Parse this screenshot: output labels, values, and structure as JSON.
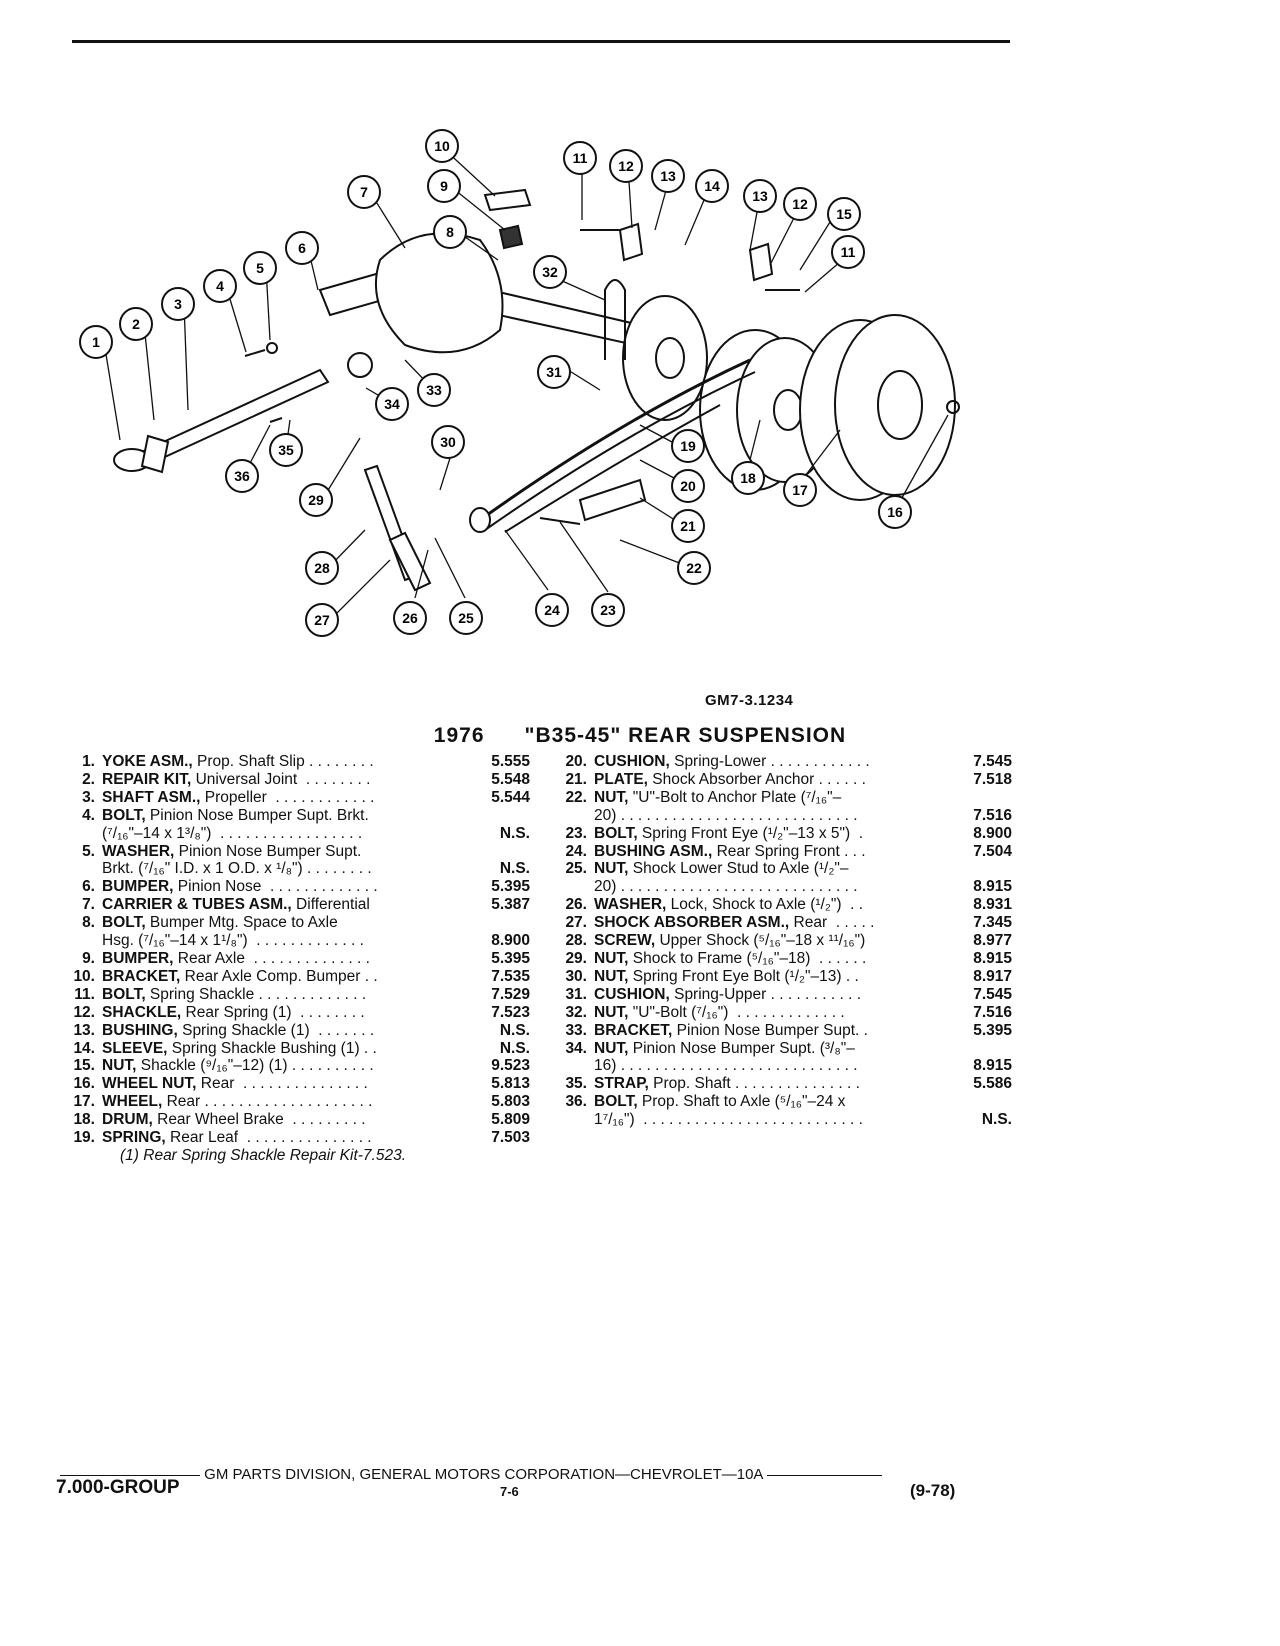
{
  "figure_code": "GM7-3.1234",
  "title_year": "1976",
  "title_model": "\"B35-45\" REAR SUSPENSION",
  "callouts": [
    "1",
    "2",
    "3",
    "4",
    "5",
    "6",
    "7",
    "8",
    "9",
    "10",
    "11",
    "12",
    "13",
    "14",
    "13",
    "12",
    "15",
    "11",
    "32",
    "31",
    "33",
    "34",
    "35",
    "36",
    "30",
    "29",
    "28",
    "27",
    "26",
    "25",
    "24",
    "23",
    "22",
    "21",
    "20",
    "19",
    "18",
    "17",
    "16"
  ],
  "parts_left": [
    {
      "num": "1.",
      "name": "YOKE ASM.,",
      "desc": " Prop. Shaft Slip . . . . . . . .",
      "pn": "5.555"
    },
    {
      "num": "2.",
      "name": "REPAIR KIT,",
      "desc": " Universal Joint  . . . . . . . .",
      "pn": "5.548"
    },
    {
      "num": "3.",
      "name": "SHAFT ASM.,",
      "desc": " Propeller  . . . . . . . . . . . .",
      "pn": "5.544"
    },
    {
      "num": "4.",
      "name": "BOLT,",
      "desc": " Pinion Nose Bumper Supt. Brkt.",
      "pn": ""
    },
    {
      "num": "",
      "name": "",
      "desc": "(⁷/₁₆\"–14 x 1³/₈\")  . . . . . . . . . . . . . . . . .",
      "pn": "N.S."
    },
    {
      "num": "5.",
      "name": "WASHER,",
      "desc": " Pinion Nose Bumper Supt.",
      "pn": ""
    },
    {
      "num": "",
      "name": "",
      "desc": "Brkt. (⁷/₁₆\" I.D. x 1 O.D. x ¹/₈\") . . . . . . . .",
      "pn": "N.S."
    },
    {
      "num": "6.",
      "name": "BUMPER,",
      "desc": " Pinion Nose  . . . . . . . . . . . . .",
      "pn": "5.395"
    },
    {
      "num": "7.",
      "name": "CARRIER & TUBES ASM.,",
      "desc": " Differential",
      "pn": "5.387"
    },
    {
      "num": "8.",
      "name": "BOLT,",
      "desc": " Bumper Mtg. Space to Axle",
      "pn": ""
    },
    {
      "num": "",
      "name": "",
      "desc": "Hsg. (⁷/₁₆\"–14 x 1¹/₈\")  . . . . . . . . . . . . .",
      "pn": "8.900"
    },
    {
      "num": "9.",
      "name": "BUMPER,",
      "desc": " Rear Axle  . . . . . . . . . . . . . .",
      "pn": "5.395"
    },
    {
      "num": "10.",
      "name": "BRACKET,",
      "desc": " Rear Axle Comp. Bumper . .",
      "pn": "7.535"
    },
    {
      "num": "11.",
      "name": "BOLT,",
      "desc": " Spring Shackle . . . . . . . . . . . . .",
      "pn": "7.529"
    },
    {
      "num": "12.",
      "name": "SHACKLE,",
      "desc": " Rear Spring (1)  . . . . . . . .",
      "pn": "7.523"
    },
    {
      "num": "13.",
      "name": "BUSHING,",
      "desc": " Spring Shackle (1)  . . . . . . .",
      "pn": "N.S."
    },
    {
      "num": "14.",
      "name": "SLEEVE,",
      "desc": " Spring Shackle Bushing (1) . .",
      "pn": "N.S."
    },
    {
      "num": "15.",
      "name": "NUT,",
      "desc": " Shackle (⁹/₁₆\"–12) (1) . . . . . . . . . .",
      "pn": "9.523"
    },
    {
      "num": "16.",
      "name": "WHEEL NUT,",
      "desc": " Rear  . . . . . . . . . . . . . . .",
      "pn": "5.813"
    },
    {
      "num": "17.",
      "name": "WHEEL,",
      "desc": " Rear . . . . . . . . . . . . . . . . . . . .",
      "pn": "5.803"
    },
    {
      "num": "18.",
      "name": "DRUM,",
      "desc": " Rear Wheel Brake  . . . . . . . . .",
      "pn": "5.809"
    },
    {
      "num": "19.",
      "name": "SPRING,",
      "desc": " Rear Leaf  . . . . . . . . . . . . . . .",
      "pn": "7.503"
    }
  ],
  "footnote": "(1) Rear Spring Shackle Repair Kit-7.523.",
  "parts_right": [
    {
      "num": "20.",
      "name": "CUSHION,",
      "desc": " Spring-Lower . . . . . . . . . . . .",
      "pn": "7.545"
    },
    {
      "num": "21.",
      "name": "PLATE,",
      "desc": " Shock Absorber Anchor . . . . . .",
      "pn": "7.518"
    },
    {
      "num": "22.",
      "name": "NUT,",
      "desc": " \"U\"-Bolt to Anchor Plate (⁷/₁₆\"–",
      "pn": ""
    },
    {
      "num": "",
      "name": "",
      "desc": "20) . . . . . . . . . . . . . . . . . . . . . . . . . . . .",
      "pn": "7.516"
    },
    {
      "num": "23.",
      "name": "BOLT,",
      "desc": " Spring Front Eye (¹/₂\"–13 x 5\")  .",
      "pn": "8.900"
    },
    {
      "num": "24.",
      "name": "BUSHING ASM.,",
      "desc": " Rear Spring Front . . .",
      "pn": "7.504"
    },
    {
      "num": "25.",
      "name": "NUT,",
      "desc": " Shock Lower Stud to Axle (¹/₂\"–",
      "pn": ""
    },
    {
      "num": "",
      "name": "",
      "desc": "20) . . . . . . . . . . . . . . . . . . . . . . . . . . . .",
      "pn": "8.915"
    },
    {
      "num": "26.",
      "name": "WASHER,",
      "desc": " Lock, Shock to Axle (¹/₂\")  . .",
      "pn": "8.931"
    },
    {
      "num": "27.",
      "name": "SHOCK ABSORBER ASM.,",
      "desc": " Rear  . . . . .",
      "pn": "7.345"
    },
    {
      "num": "28.",
      "name": "SCREW,",
      "desc": " Upper Shock (⁵/₁₆\"–18 x ¹¹/₁₆\")",
      "pn": "8.977"
    },
    {
      "num": "29.",
      "name": "NUT,",
      "desc": " Shock to Frame (⁵/₁₆\"–18)  . . . . . .",
      "pn": "8.915"
    },
    {
      "num": "30.",
      "name": "NUT,",
      "desc": " Spring Front Eye Bolt (¹/₂\"–13) . .",
      "pn": "8.917"
    },
    {
      "num": "31.",
      "name": "CUSHION,",
      "desc": " Spring-Upper . . . . . . . . . . .",
      "pn": "7.545"
    },
    {
      "num": "32.",
      "name": "NUT,",
      "desc": " \"U\"-Bolt (⁷/₁₆\")  . . . . . . . . . . . . .",
      "pn": "7.516"
    },
    {
      "num": "33.",
      "name": "BRACKET,",
      "desc": " Pinion Nose Bumper Supt. .",
      "pn": "5.395"
    },
    {
      "num": "34.",
      "name": "NUT,",
      "desc": " Pinion Nose Bumper Supt. (³/₈\"–",
      "pn": ""
    },
    {
      "num": "",
      "name": "",
      "desc": "16) . . . . . . . . . . . . . . . . . . . . . . . . . . . .",
      "pn": "8.915"
    },
    {
      "num": "35.",
      "name": "STRAP,",
      "desc": " Prop. Shaft . . . . . . . . . . . . . . .",
      "pn": "5.586"
    },
    {
      "num": "36.",
      "name": "BOLT,",
      "desc": " Prop. Shaft to Axle (⁵/₁₆\"–24 x",
      "pn": ""
    },
    {
      "num": "",
      "name": "",
      "desc": "1⁷/₁₆\")  . . . . . . . . . . . . . . . . . . . . . . . . . .",
      "pn": "N.S."
    }
  ],
  "footer": {
    "division": "GM PARTS DIVISION, GENERAL MOTORS CORPORATION—CHEVROLET—10A",
    "group": "7.000-GROUP",
    "page": "7-6",
    "date": "(9-78)"
  }
}
